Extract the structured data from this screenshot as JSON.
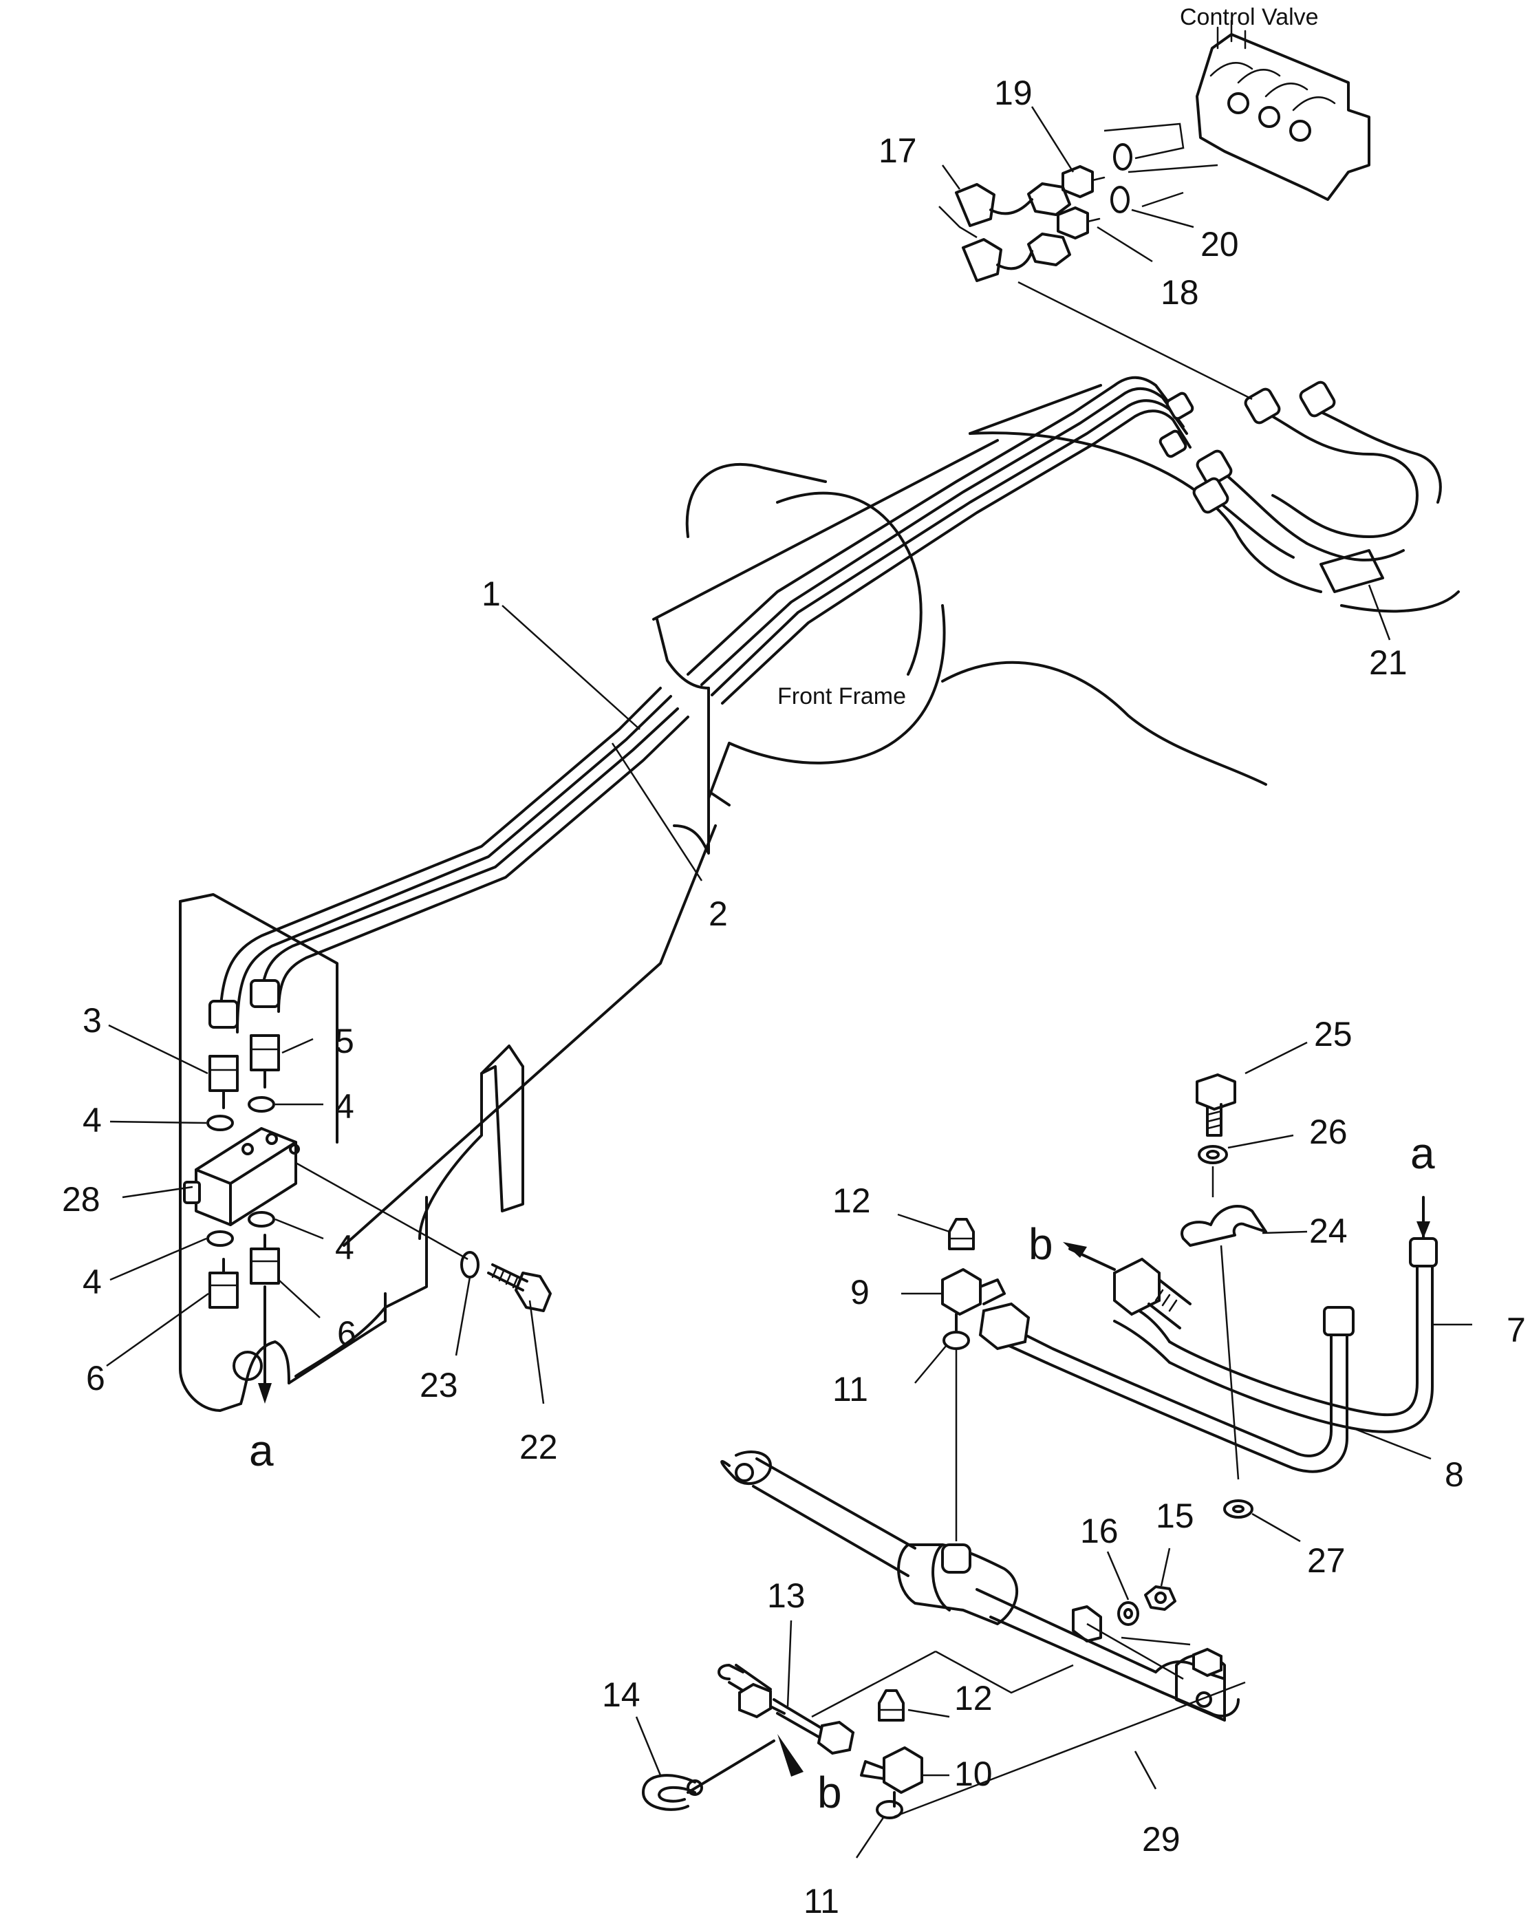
{
  "captions": {
    "control_valve": "Control Valve",
    "front_frame": "Front Frame"
  },
  "labels": {
    "n1": "1",
    "n2": "2",
    "n3": "3",
    "n4a": "4",
    "n4b": "4",
    "n4c": "4",
    "n4d": "4",
    "n5": "5",
    "n6a": "6",
    "n6b": "6",
    "n7": "7",
    "n8": "8",
    "n9": "9",
    "n10": "10",
    "n11a": "11",
    "n11b": "11",
    "n12a": "12",
    "n12b": "12",
    "n13": "13",
    "n14": "14",
    "n15": "15",
    "n16": "16",
    "n17": "17",
    "n18": "18",
    "n19": "19",
    "n20": "20",
    "n21": "21",
    "n22": "22",
    "n23": "23",
    "n24": "24",
    "n25": "25",
    "n26": "26",
    "n27": "27",
    "n28": "28",
    "n29": "29",
    "a_left": "a",
    "a_right": "a",
    "b_right": "b",
    "b_bottom": "b"
  }
}
